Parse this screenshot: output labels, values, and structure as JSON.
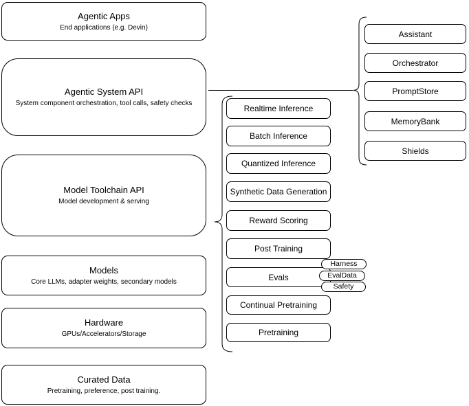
{
  "stack": [
    {
      "title": "Agentic Apps",
      "subtitle": "End applications (e.g. Devin)"
    },
    {
      "title": "Agentic System API",
      "subtitle": "System component orchestration, tool calls, safety checks"
    },
    {
      "title": "Model Toolchain API",
      "subtitle": "Model development & serving"
    },
    {
      "title": "Models",
      "subtitle": "Core LLMs, adapter weights, secondary models"
    },
    {
      "title": "Hardware",
      "subtitle": "GPUs/Accelerators/Storage"
    },
    {
      "title": "Curated Data",
      "subtitle": "Pretraining, preference, post training."
    }
  ],
  "toolchain_items": [
    "Realtime Inference",
    "Batch Inference",
    "Quantized Inference",
    "Synthetic Data Generation",
    "Reward Scoring",
    "Post Training",
    "Evals",
    "Continual Pretraining",
    "Pretraining"
  ],
  "eval_tags": [
    "Harness",
    "EvalData",
    "Safety"
  ],
  "system_components": [
    "Assistant",
    "Orchestrator",
    "PromptStore",
    "MemoryBank",
    "Shields"
  ],
  "colors": {
    "stroke": "#000000",
    "fill": "#ffffff",
    "text": "#000000",
    "background": "#ffffff"
  }
}
